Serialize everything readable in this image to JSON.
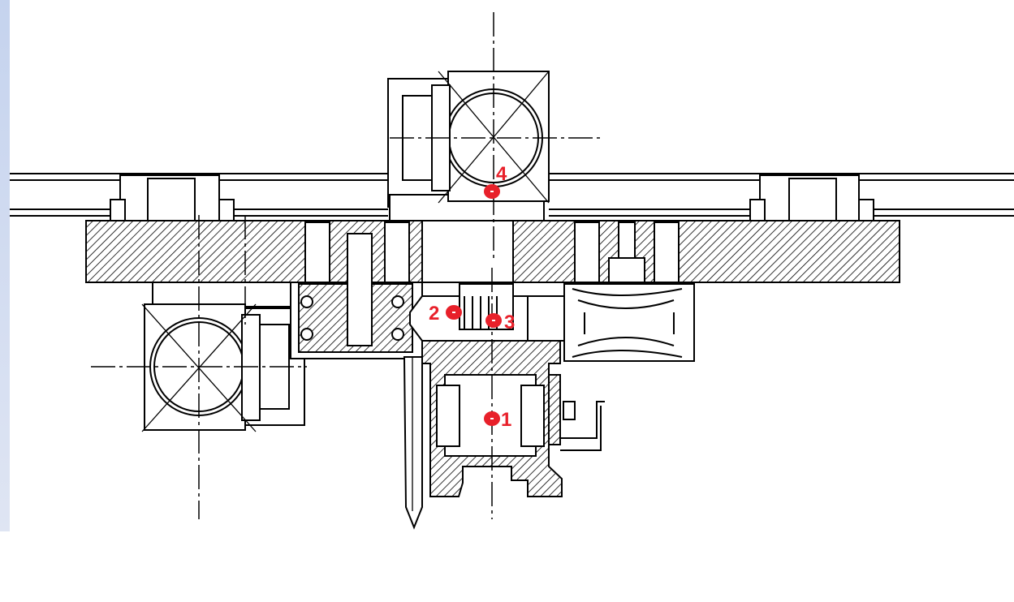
{
  "figure": {
    "type": "mechanical cross-section drawing",
    "marker_color": "#e8202a",
    "points": [
      {
        "id": "1",
        "label": "1"
      },
      {
        "id": "2",
        "label": "2"
      },
      {
        "id": "3",
        "label": "3"
      },
      {
        "id": "4",
        "label": "4"
      }
    ]
  }
}
